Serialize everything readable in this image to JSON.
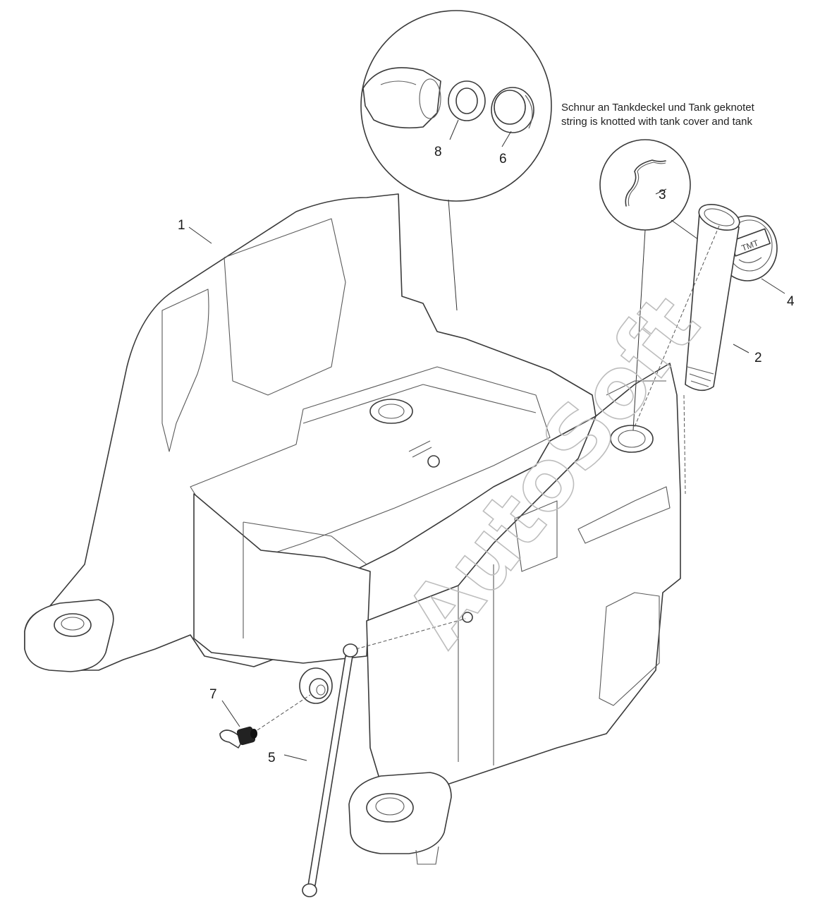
{
  "note": {
    "line1": "Schnur an Tankdeckel und Tank geknotet",
    "line2": "string is knotted with tank cover and tank"
  },
  "callouts": {
    "1": "1",
    "2": "2",
    "3": "3",
    "4": "4",
    "5": "5",
    "6": "6",
    "7": "7",
    "8": "8"
  },
  "watermark": "AutoSoft",
  "cap_label": "TMT",
  "parts": [
    {
      "id": "1",
      "name": "tank"
    },
    {
      "id": "2",
      "name": "filler-neck"
    },
    {
      "id": "3",
      "name": "string"
    },
    {
      "id": "4",
      "name": "tank-cover"
    },
    {
      "id": "5",
      "name": "rod"
    },
    {
      "id": "6",
      "name": "cap-ring"
    },
    {
      "id": "7",
      "name": "elbow-fitting"
    },
    {
      "id": "8",
      "name": "seal-ring"
    }
  ]
}
